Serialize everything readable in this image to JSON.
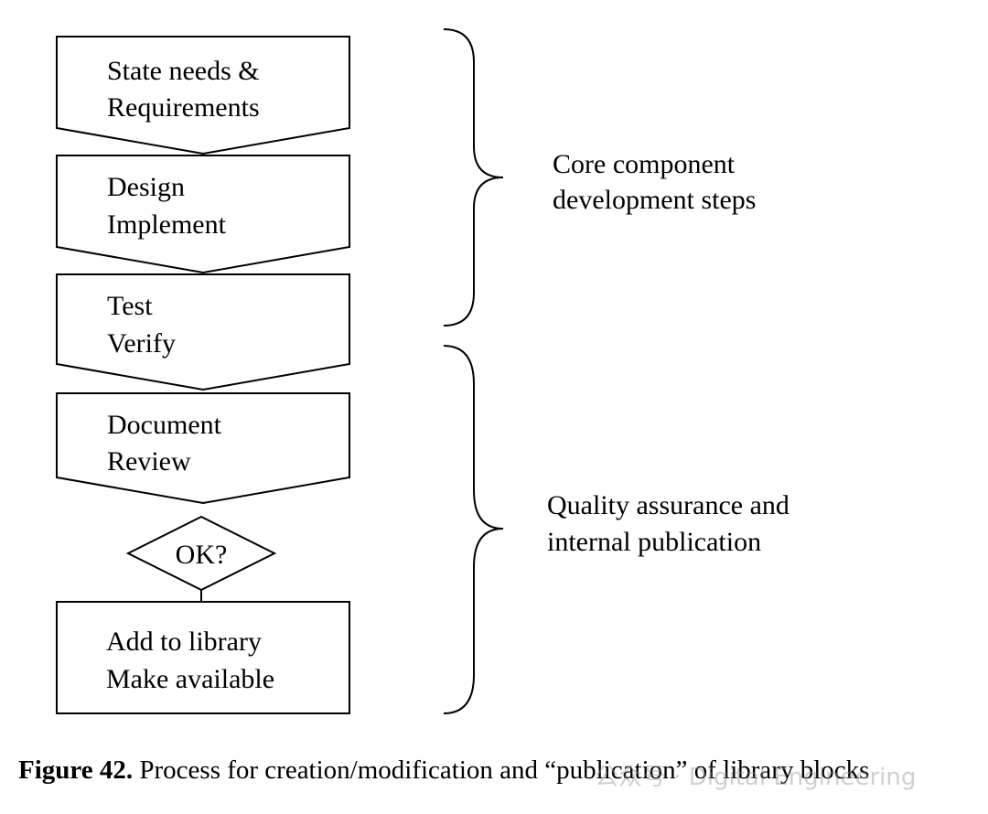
{
  "diagram": {
    "steps": [
      {
        "line1": "State needs &",
        "line2": "Requirements"
      },
      {
        "line1": "Design",
        "line2": "Implement"
      },
      {
        "line1": "Test",
        "line2": "Verify"
      },
      {
        "line1": "Document",
        "line2": "Review"
      }
    ],
    "decision": "OK?",
    "final_step": {
      "line1": "Add to library",
      "line2": "Make available"
    },
    "groups": [
      {
        "line1": "Core component",
        "line2": "development steps"
      },
      {
        "line1": "Quality assurance and",
        "line2": "internal publication"
      }
    ]
  },
  "caption": {
    "label": "Figure 42.",
    "text": "Process for creation/modification and “publication” of library blocks"
  },
  "watermark": "公众号 · Digital Engineering"
}
